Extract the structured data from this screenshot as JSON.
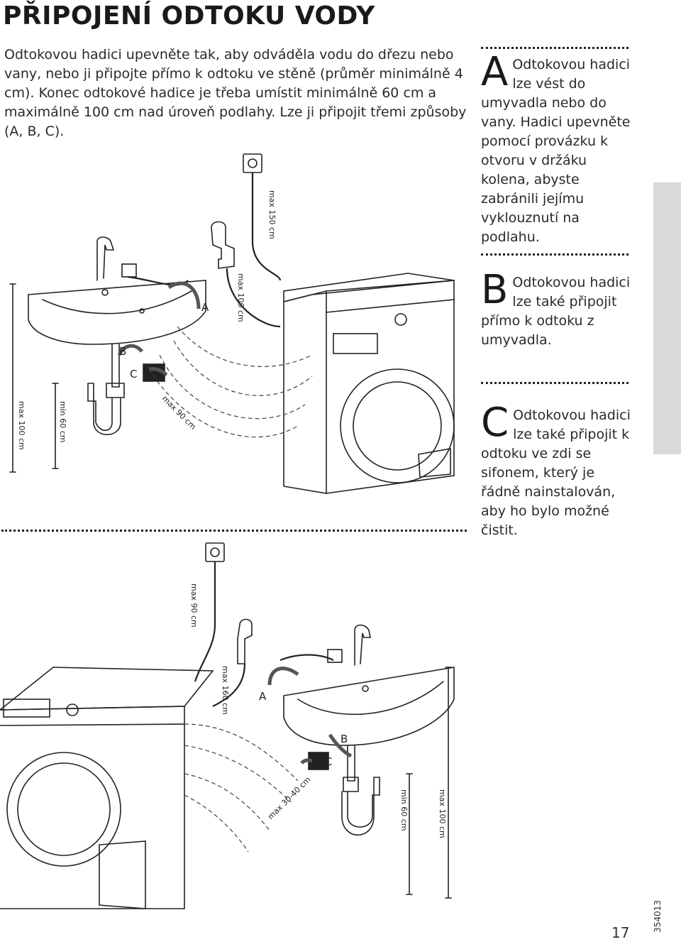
{
  "title": "PŘIPOJENÍ ODTOKU VODY",
  "intro": "Odtokovou hadici upevněte tak, aby odváděla vodu do dřezu nebo vany, nebo ji připojte přímo k odtoku ve stěně (průměr minimálně 4 cm). Konec odtokové hadice je třeba umístit minimálně 60 cm a maximálně 100 cm nad úroveň podlahy. Lze ji připojit třemi způsoby (A, B, C).",
  "notes": [
    {
      "letter": "A",
      "text": "Odtokovou hadici lze vést do umyvadla nebo do vany. Hadici upevněte pomocí provázku k otvoru v držáku kolena, abyste zabránili jejímu vyklouznutí na podlahu."
    },
    {
      "letter": "B",
      "text": "Odtokovou hadici lze také připojit přímo k odtoku z umyvadla."
    },
    {
      "letter": "C",
      "text": "Odtokovou hadici lze také připojit k odtoku ve zdi se sifonem, který je řádně nainstalován, aby ho bylo možné čistit."
    }
  ],
  "diagram_top": {
    "labels": {
      "a": "A",
      "b": "B",
      "c": "C",
      "max150": "max 150 cm",
      "max100_hose": "max 100 cm",
      "max90": "max 90 cm",
      "max100_floor": "max 100 cm",
      "min60": "min 60 cm"
    }
  },
  "diagram_bottom": {
    "labels": {
      "a": "A",
      "b": "B",
      "c": "C",
      "max90": "max 90 cm",
      "max160": "max 160 cm",
      "max3040": "max 30-40 cm",
      "min60": "min 60 cm",
      "max100": "max 100 cm"
    }
  },
  "page_number": "17",
  "doc_id": "354013"
}
